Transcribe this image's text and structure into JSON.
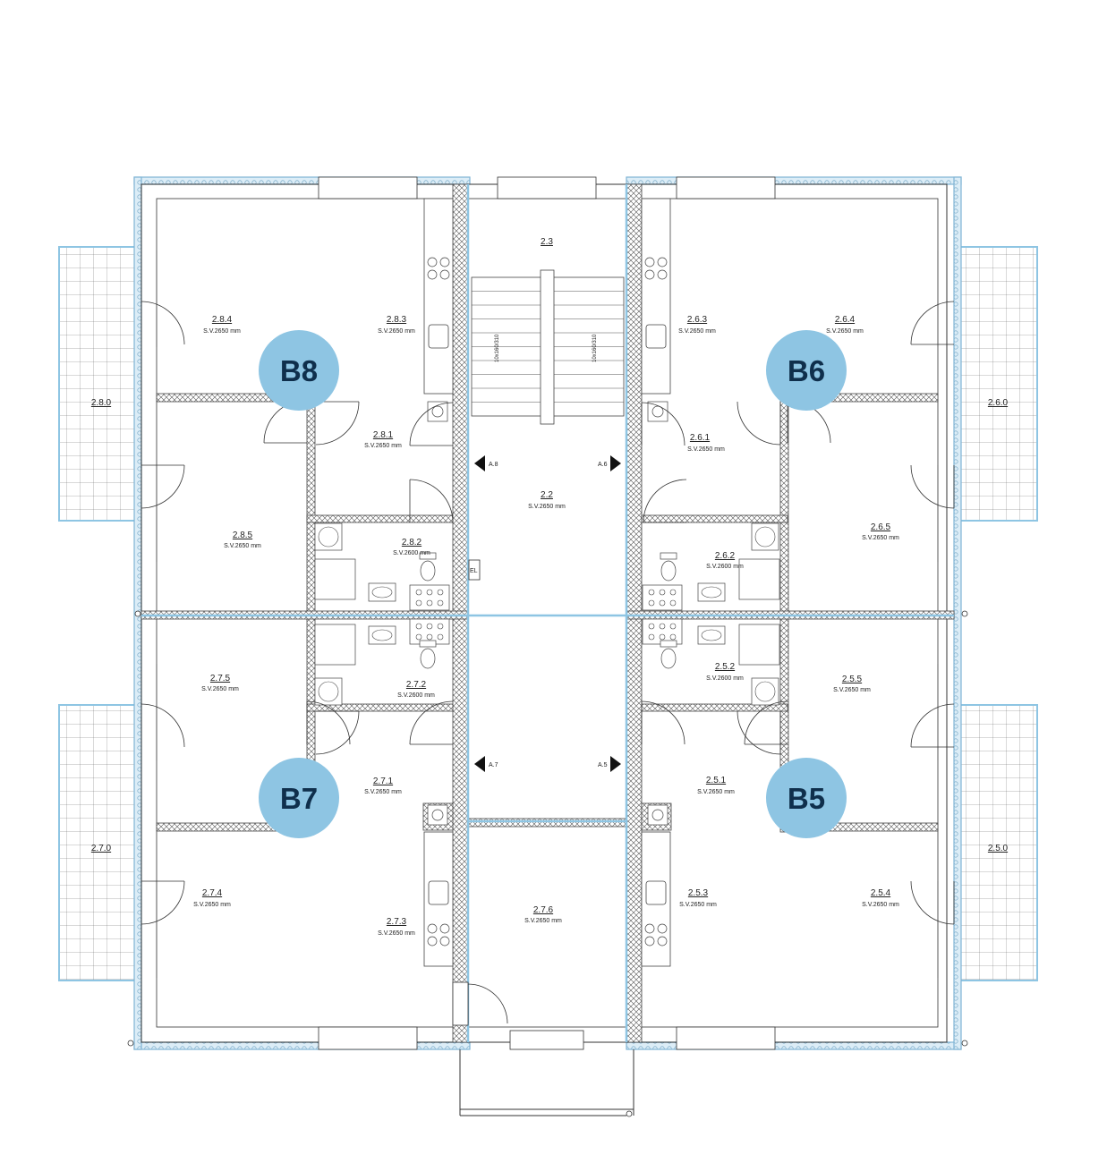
{
  "stair_labels": {
    "left": "10x160/310",
    "right": "10x160/310"
  },
  "el_label": "EL",
  "section_marks": [
    {
      "id": "a8",
      "label": "A.8"
    },
    {
      "id": "a6",
      "label": "A.6"
    },
    {
      "id": "a7",
      "label": "A.7"
    },
    {
      "id": "a5",
      "label": "A.5"
    }
  ],
  "apartments": [
    {
      "id": "b8",
      "label": "B8"
    },
    {
      "id": "b6",
      "label": "B6"
    },
    {
      "id": "b7",
      "label": "B7"
    },
    {
      "id": "b5",
      "label": "B5"
    }
  ],
  "rooms": [
    {
      "id": "r23",
      "label": "2.3",
      "height": ""
    },
    {
      "id": "r22",
      "label": "2.2",
      "height": "S.V.2650 mm"
    },
    {
      "id": "r276",
      "label": "2.7.6",
      "height": "S.V.2650 mm"
    },
    {
      "id": "r280",
      "label": "2.8.0",
      "height": ""
    },
    {
      "id": "r260",
      "label": "2.6.0",
      "height": ""
    },
    {
      "id": "r270",
      "label": "2.7.0",
      "height": ""
    },
    {
      "id": "r250",
      "label": "2.5.0",
      "height": ""
    },
    {
      "id": "r284",
      "label": "2.8.4",
      "height": "S.V.2650 mm"
    },
    {
      "id": "r283",
      "label": "2.8.3",
      "height": "S.V.2650 mm"
    },
    {
      "id": "r281",
      "label": "2.8.1",
      "height": "S.V.2650 mm"
    },
    {
      "id": "r285",
      "label": "2.8.5",
      "height": "S.V.2650 mm"
    },
    {
      "id": "r282",
      "label": "2.8.2",
      "height": "S.V.2600 mm"
    },
    {
      "id": "r263",
      "label": "2.6.3",
      "height": "S.V.2650 mm"
    },
    {
      "id": "r264",
      "label": "2.6.4",
      "height": "S.V.2650 mm"
    },
    {
      "id": "r261",
      "label": "2.6.1",
      "height": "S.V.2650 mm"
    },
    {
      "id": "r265",
      "label": "2.6.5",
      "height": "S.V.2650 mm"
    },
    {
      "id": "r262",
      "label": "2.6.2",
      "height": "S.V.2600 mm"
    },
    {
      "id": "r275",
      "label": "2.7.5",
      "height": "S.V.2650 mm"
    },
    {
      "id": "r272",
      "label": "2.7.2",
      "height": "S.V.2600 mm"
    },
    {
      "id": "r271",
      "label": "2.7.1",
      "height": "S.V.2650 mm"
    },
    {
      "id": "r274",
      "label": "2.7.4",
      "height": "S.V.2650 mm"
    },
    {
      "id": "r273",
      "label": "2.7.3",
      "height": "S.V.2650 mm"
    },
    {
      "id": "r252",
      "label": "2.5.2",
      "height": "S.V.2600 mm"
    },
    {
      "id": "r255",
      "label": "2.5.5",
      "height": "S.V.2650 mm"
    },
    {
      "id": "r251",
      "label": "2.5.1",
      "height": "S.V.2650 mm"
    },
    {
      "id": "r253",
      "label": "2.5.3",
      "height": "S.V.2650 mm"
    },
    {
      "id": "r254",
      "label": "2.5.4",
      "height": "S.V.2650 mm"
    }
  ],
  "colors": {
    "marker_fill": "#8ec5e3",
    "marker_text": "#0f2f4c",
    "insulation": "#8ec5e3"
  }
}
